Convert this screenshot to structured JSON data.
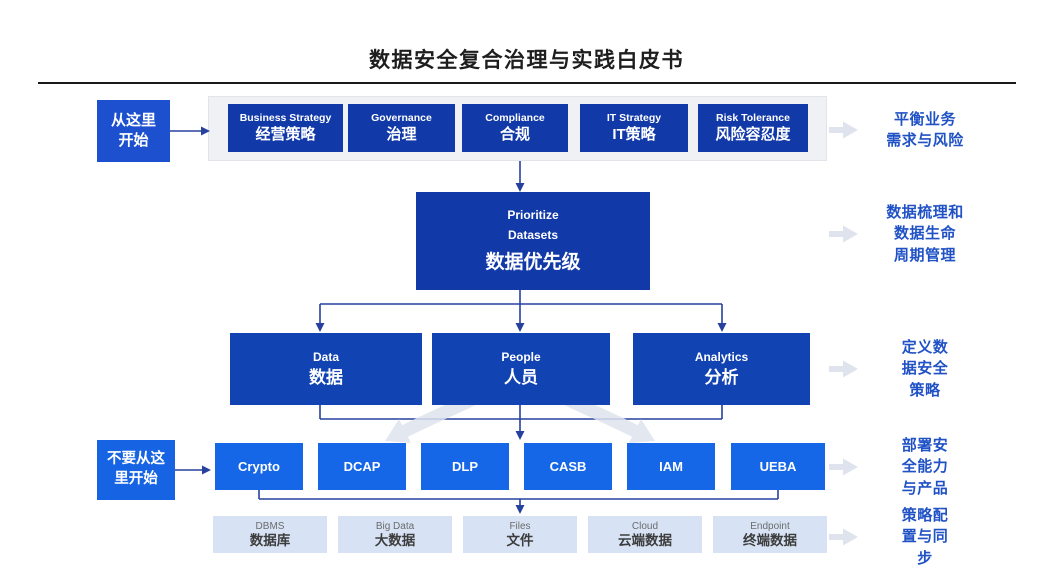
{
  "title": "数据安全复合治理与实践白皮书",
  "colors": {
    "primary_dark": "#1139A8",
    "mid_blue": "#1243B2",
    "bright_blue": "#1567E8",
    "start_blue": "#1C50CF",
    "nostart_blue": "#1663E3",
    "light_box_bg": "#D7E3F5",
    "light_box_text": "#3C3C3C",
    "light_box_sub": "#6B6B6B",
    "container_bg": "#F0F1F5",
    "container_border": "#E3E4EA",
    "annotation_blue": "#2052C6",
    "connector_blue": "#26419E",
    "swoosh_gray": "#DFE3EE",
    "title_color": "#1E1E1E",
    "rule_color": "#1A1A1A"
  },
  "start_flow": {
    "start_label": "从这里\n开始",
    "no_start_label": "不要从这\n里开始"
  },
  "top_row": {
    "items": [
      {
        "en": "Business Strategy",
        "zh": "经营策略"
      },
      {
        "en": "Governance",
        "zh": "治理"
      },
      {
        "en": "Compliance",
        "zh": "合规"
      },
      {
        "en": "IT Strategy",
        "zh": "IT策略"
      },
      {
        "en": "Risk Tolerance",
        "zh": "风险容忍度"
      }
    ]
  },
  "prioritize": {
    "en_line1": "Prioritize",
    "en_line2": "Datasets",
    "zh": "数据优先级"
  },
  "mid_row": {
    "items": [
      {
        "en": "Data",
        "zh": "数据"
      },
      {
        "en": "People",
        "zh": "人员"
      },
      {
        "en": "Analytics",
        "zh": "分析"
      }
    ]
  },
  "capability_row": {
    "items": [
      "Crypto",
      "DCAP",
      "DLP",
      "CASB",
      "IAM",
      "UEBA"
    ]
  },
  "data_source_row": {
    "items": [
      {
        "en": "DBMS",
        "zh": "数据库"
      },
      {
        "en": "Big Data",
        "zh": "大数据"
      },
      {
        "en": "Files",
        "zh": "文件"
      },
      {
        "en": "Cloud",
        "zh": "云端数据"
      },
      {
        "en": "Endpoint",
        "zh": "终端数据"
      }
    ]
  },
  "annotations": [
    {
      "text": "平衡业务\n需求与风险"
    },
    {
      "text": "数据梳理和\n数据生命\n周期管理"
    },
    {
      "text": "定义数\n据安全\n策略"
    },
    {
      "text": "部署安\n全能力\n与产品"
    },
    {
      "text": "策略配\n置与同\n步"
    }
  ]
}
